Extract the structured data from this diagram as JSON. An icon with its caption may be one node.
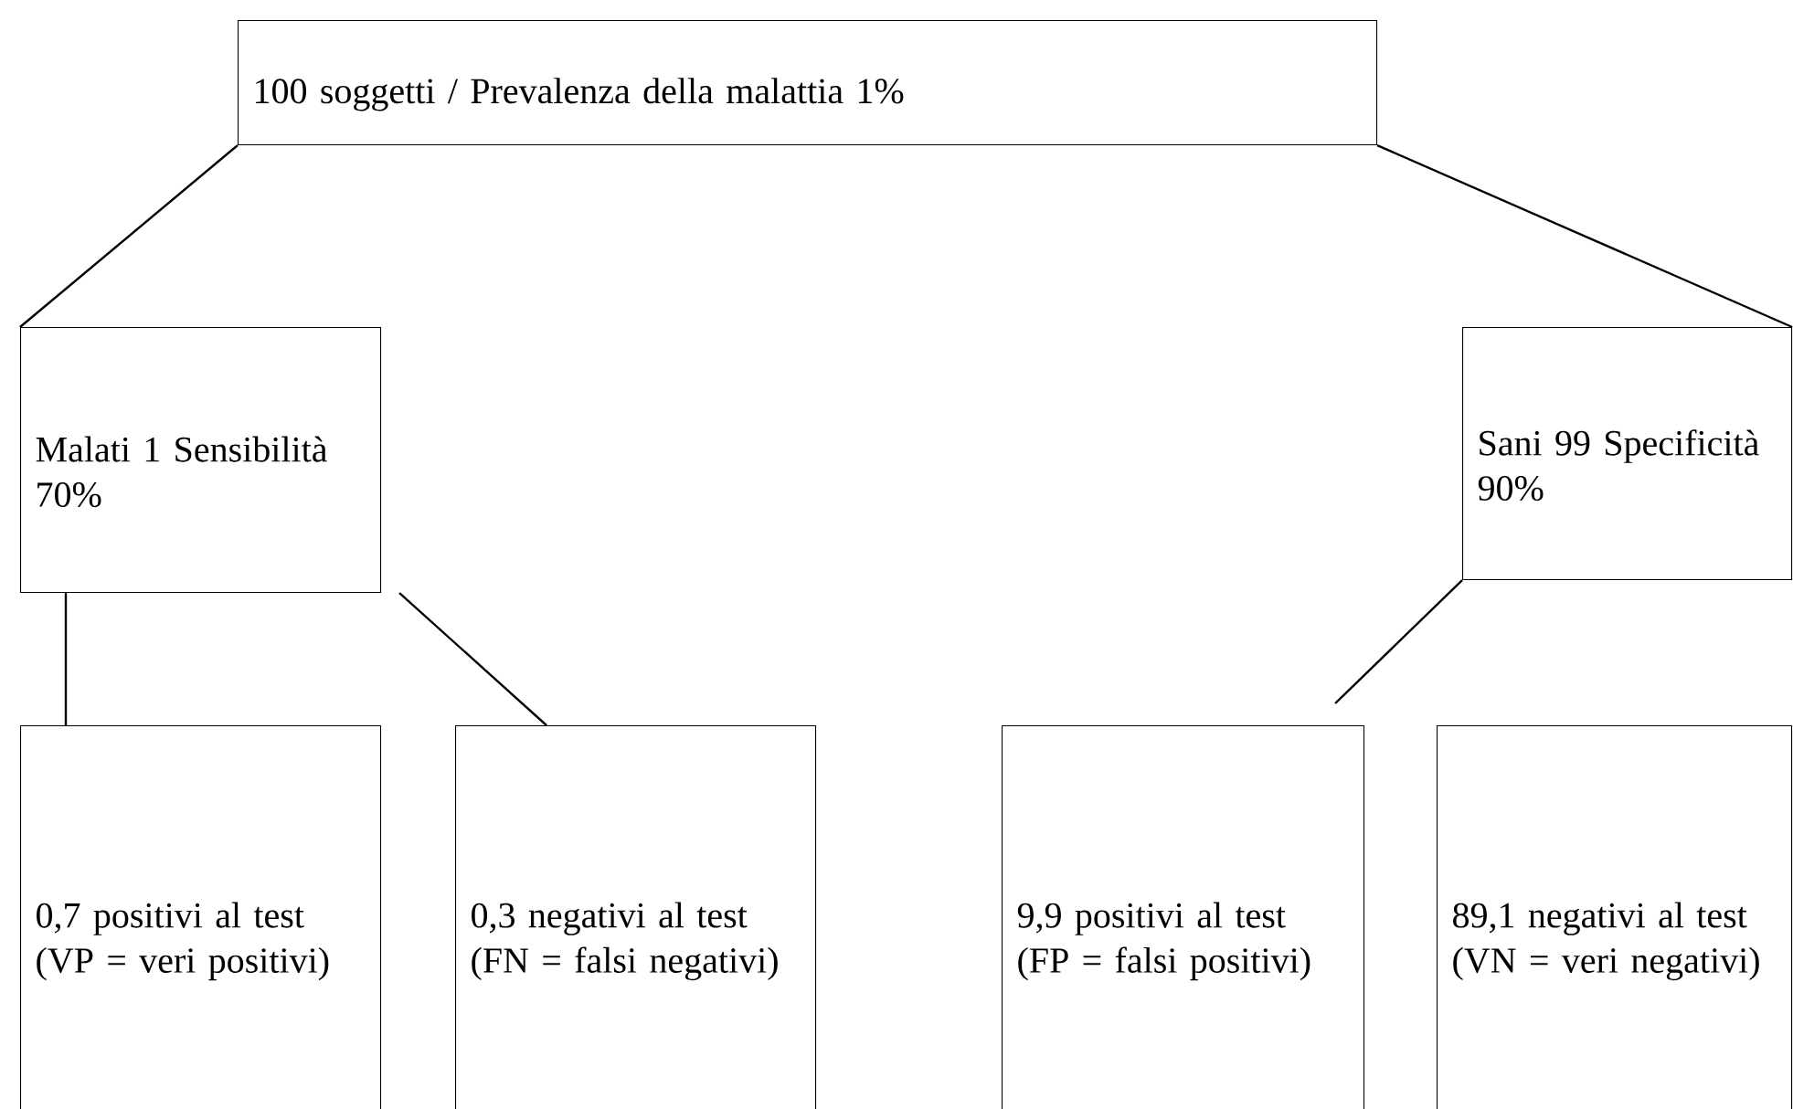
{
  "diagram": {
    "nodes": [
      {
        "text": [
          "100 soggetti / Prevalenza della malattia 1%"
        ]
      },
      {
        "text": [
          "Malati 1 Sensibilità 70%"
        ]
      },
      {
        "text": [
          "Sani 99 Specificità 90%"
        ]
      },
      {
        "text": [
          "0,7 positivi al test (VP = veri positivi)"
        ]
      },
      {
        "text": [
          "0,3 negativi al test (FN = falsi negativi)"
        ]
      },
      {
        "text": [
          "9,9 positivi al test (FP = falsi positivi)"
        ]
      },
      {
        "text": [
          "89,1 negativi al test (VN = veri negativi)"
        ]
      }
    ],
    "edges": [
      {
        "from": 0,
        "to": 1,
        "arrow": "none"
      },
      {
        "from": 0,
        "to": 2,
        "arrow": "none"
      },
      {
        "from": 1,
        "to": 3,
        "arrow": "none"
      },
      {
        "from": 1,
        "to": 4,
        "arrow": "none"
      },
      {
        "from": 2,
        "to": 5,
        "arrow": "none"
      }
    ]
  }
}
